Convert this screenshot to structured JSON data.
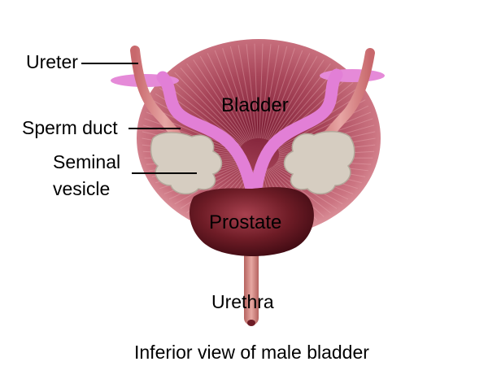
{
  "labels": {
    "ureter": "Ureter",
    "bladder": "Bladder",
    "sperm_duct": "Sperm duct",
    "seminal_vesicle_line1": "Seminal",
    "seminal_vesicle_line2": "vesicle",
    "prostate": "Prostate",
    "urethra": "Urethra"
  },
  "caption": "Inferior view of male bladder",
  "colors": {
    "bladder": "#c86a78",
    "bladder_inner": "#8e2a40",
    "ducts": "#e27fd6",
    "ureter": "#d4787a",
    "seminal_vesicle": "#d9d0c4",
    "prostate": "#6e1c26",
    "urethra": "#c97a78",
    "leader_lines": "#000000"
  }
}
